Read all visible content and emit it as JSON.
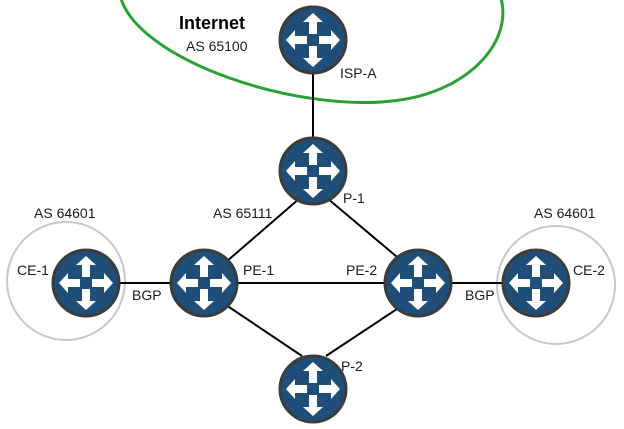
{
  "internet": {
    "title": "Internet",
    "as": "AS 65100"
  },
  "routers": {
    "isp_a": "ISP-A",
    "p1": "P-1",
    "p2": "P-2",
    "pe1": "PE-1",
    "pe2": "PE-2",
    "ce1": "CE-1",
    "ce2": "CE-2"
  },
  "as_labels": {
    "core": "AS 65111",
    "left_customer": "AS 64601",
    "right_customer": "AS 64601"
  },
  "links": {
    "bgp_left": "BGP",
    "bgp_right": "BGP"
  },
  "colors": {
    "router_fill": "#1f4e79",
    "router_ring": "#3c3c3c",
    "internet_outline": "#2aa134",
    "customer_outline": "#c8c8c8",
    "link": "#000000"
  },
  "icons": {
    "router": "router-icon"
  }
}
